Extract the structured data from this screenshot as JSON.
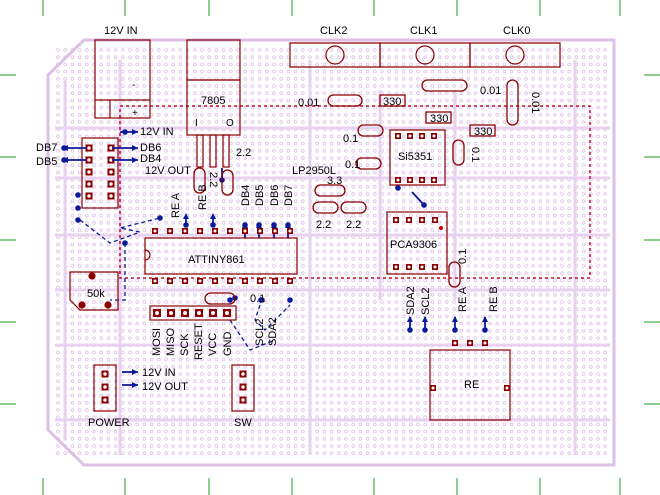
{
  "colors": {
    "board_outline": "#ddc0e6",
    "trace": "#e8d2f0",
    "part": "#8b0000",
    "pad": "#8b0000",
    "wire": "#0a1a9a",
    "margin_ticks": "#1f9e1f",
    "dashed_outline": "#c0102a",
    "text": "#000000"
  },
  "labels": {
    "header_12v_in": "12V IN",
    "clk2": "CLK2",
    "clk1": "CLK1",
    "clk0": "CLK0",
    "reg_7805": "7805",
    "reg_pin_i": "I",
    "reg_pin_o": "O",
    "jack_minus": "-",
    "jack_plus": "+",
    "rail_12v_in": "12V IN",
    "rail_12v_out": "12V OUT",
    "db7_left": "DB7",
    "db5_left": "DB5",
    "db6_right": "DB6",
    "db4_right": "DB4",
    "cap_001_left": "0.01",
    "r330_1": "330",
    "r330_2": "330",
    "r330_3": "330",
    "cap_001_right": "0.01",
    "cap_001_vert": "0.01",
    "cap_01_a": "0.1",
    "cap_01_b": "0.1",
    "cap_01_c": "0.1",
    "si5351": "Si5351",
    "lp2950l": "LP2950L",
    "v33": "3.3",
    "c22_a": "2.2",
    "c22_b": "2.2",
    "c22_reg": "2.2",
    "c22_reg2": "2.2",
    "pca9306": "PCA9306",
    "rea_top": "RE A",
    "reb_top": "RE B",
    "db4_v": "DB4",
    "db5_v": "DB5",
    "db6_v": "DB6",
    "db7_v": "DB7",
    "attiny": "ATTINY861",
    "pot_50k": "50k",
    "cap_01_mid": "0.1",
    "cap_01_pca": "0.1",
    "mosi": "MOSI",
    "miso": "MISO",
    "sck": "SCK",
    "reset": "RESET",
    "vcc": "VCC",
    "gnd": "GND",
    "scl2_a": "SCL2",
    "sda2_a": "SDA2",
    "sda2_b": "SDA2",
    "scl2_b": "SCL2",
    "rea_bot": "RE A",
    "reb_bot": "RE B",
    "re": "RE",
    "power_12v_in": "12V IN",
    "power_12v_out": "12V OUT",
    "power": "POWER",
    "sw": "SW"
  }
}
